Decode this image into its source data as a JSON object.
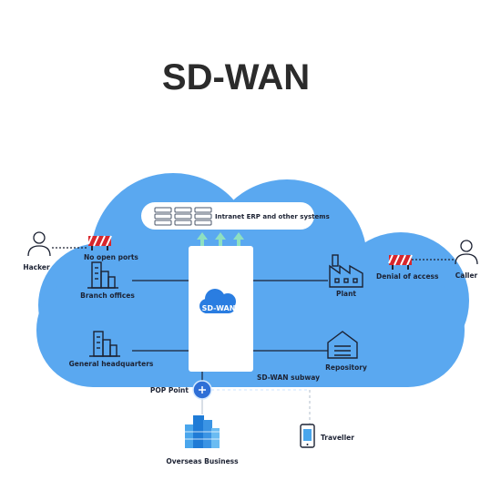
{
  "title": "SD-WAN",
  "center_label": "SD-WAN",
  "systems_label": "Intranet ERP and other systems",
  "nodes": {
    "hacker": "Hacker",
    "caller": "Caller",
    "no_open_ports": "No open ports",
    "denial_of_access": "Denial of access",
    "branch_offices": "Branch offices",
    "general_headquarters": "General headquarters",
    "plant": "Plant",
    "repository": "Repository",
    "sd_wan_subway": "SD-WAN subway",
    "pop_point": "POP Point",
    "overseas_business": "Overseas Business",
    "traveller": "Traveller"
  },
  "colors": {
    "cloud": "#5aa8f0",
    "center_box": "#ffffff",
    "center_cloud": "#2a7de1",
    "pop_point": "#2f6fd6",
    "barrier_red": "#d8262c",
    "arrow_green": "#8ee0c0",
    "text": "#1c2233"
  },
  "icons": {
    "hacker": "person-outline-icon",
    "caller": "person-outline-icon",
    "barrier": "roadblock-icon",
    "branch_offices": "office-buildings-icon",
    "general_headquarters": "office-buildings-icon",
    "plant": "factory-icon",
    "repository": "warehouse-icon",
    "server": "server-rack-icon",
    "overseas_business": "skyscrapers-icon",
    "traveller": "mobile-phone-icon",
    "pop_point": "plus-circle-icon"
  }
}
